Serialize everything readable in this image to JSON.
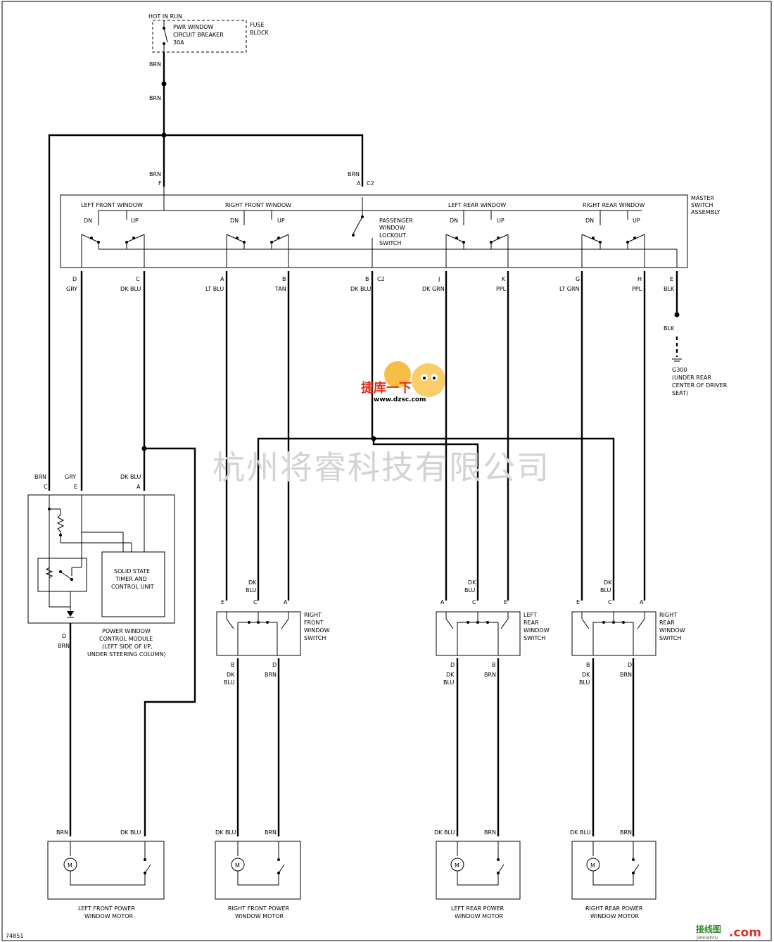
{
  "fuse": {
    "hot_in_run": "HOT IN RUN",
    "breaker_line1": "PWR WINDOW",
    "breaker_line2": "CIRCUIT BREAKER",
    "breaker_line3": "30A",
    "fuse_block_line1": "FUSE",
    "fuse_block_line2": "BLOCK"
  },
  "wires": {
    "brn": "BRN",
    "gry": "GRY",
    "dk_blu": "DK BLU",
    "lt_blu": "LT BLU",
    "tan": "TAN",
    "dk_grn": "DK GRN",
    "ppl": "PPL",
    "lt_grn": "LT GRN",
    "blk": "BLK",
    "dk": "DK",
    "blu": "BLU"
  },
  "pins": {
    "a": "A",
    "b": "B",
    "c": "C",
    "d": "D",
    "e": "E",
    "f": "F",
    "g": "G",
    "h": "H",
    "j": "J",
    "k": "K",
    "c2": "C2"
  },
  "master": {
    "label_line1": "MASTER",
    "label_line2": "SWITCH",
    "label_line3": "ASSEMBLY",
    "left_front": "LEFT FRONT WINDOW",
    "right_front": "RIGHT FRONT WINDOW",
    "left_rear": "LEFT REAR WINDOW",
    "right_rear": "RIGHT REAR WINDOW",
    "dn": "DN",
    "up": "UP",
    "lockout_line1": "PASSENGER",
    "lockout_line2": "WINDOW",
    "lockout_line3": "LOCKOUT",
    "lockout_line4": "SWITCH"
  },
  "ground": {
    "id": "G300",
    "line1": "(UNDER REAR",
    "line2": "CENTER OF DRIVER",
    "line3": "SEAT)"
  },
  "module": {
    "timer_line1": "SOLID STATE",
    "timer_line2": "TIMER AND",
    "timer_line3": "CONTROL UNIT",
    "label_line1": "POWER WINDOW",
    "label_line2": "CONTROL MODULE",
    "label_line3": "(LEFT SIDE OF I/P,",
    "label_line4": "UNDER STEERING COLUMN)"
  },
  "switches": {
    "rf_line1": "RIGHT",
    "rf_line2": "FRONT",
    "rf_line3": "WINDOW",
    "rf_line4": "SWITCH",
    "lr_line1": "LEFT",
    "lr_line2": "REAR",
    "lr_line3": "WINDOW",
    "lr_line4": "SWITCH",
    "rr_line1": "RIGHT",
    "rr_line2": "REAR",
    "rr_line3": "WINDOW",
    "rr_line4": "SWITCH"
  },
  "motors": {
    "symbol": "M",
    "lf_line1": "LEFT FRONT POWER",
    "lf_line2": "WINDOW MOTOR",
    "rf_line1": "RIGHT FRONT POWER",
    "rf_line2": "WINDOW MOTOR",
    "lr_line1": "LEFT REAR POWER",
    "lr_line2": "WINDOW MOTOR",
    "rr_line1": "RIGHT REAR POWER",
    "rr_line2": "WINDOW MOTOR"
  },
  "watermarks": {
    "company": "杭州将睿科技有限公司",
    "logo_top": "捷库一下",
    "logo_url": "www.dzsc.com",
    "corner": "接线图",
    "corner_url": "jiexiantu",
    "corner_com": ".com"
  },
  "figure_id": "74851"
}
